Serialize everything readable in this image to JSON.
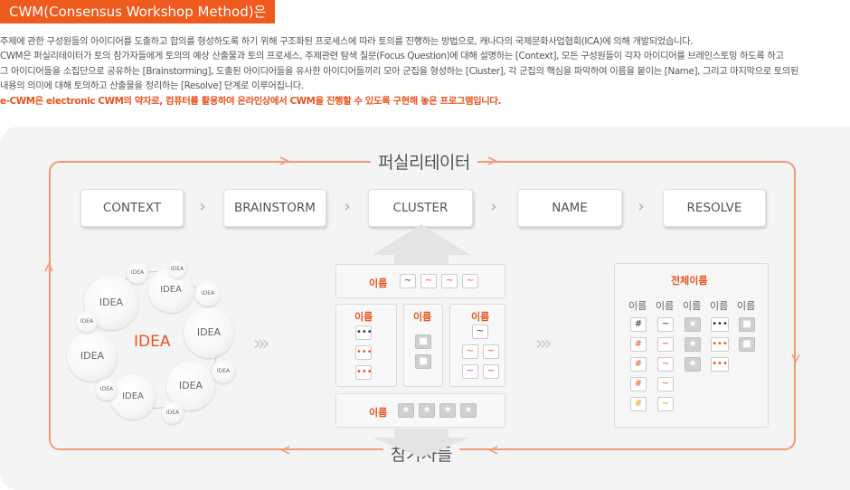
{
  "title": "CWM(Consensus Workshop Method)은",
  "desc": {
    "line1": "주제에 관한 구성원들의 아이디어를 도출하고 합의를 형성하도록 하기 위해 구조화된 프로세스에 따라 토의를 진행하는 방법으로, 캐나다의 국제문화사업협회(ICA)에 의해 개발되었습니다.",
    "line2": "CWM은 퍼실리테이터가 토의 참가자들에게 토의의 예상 산출물과  토의 프로세스, 주제관련 탐색 질문(Focus Question)에 대해 설명하는 [Context],  모든 구성원들이 각자 아이디어를 브레인스토밍 하도록 하고",
    "line3": "그 아이디어들을 소집단으로 공유하는 [Brainstorming],  도출된 아이디어들을 유사한 아이디어들끼리 모아 군집을 형성하는 [Cluster], 각 군집의 핵심을 파악하여 이름을 붙이는 [Name], 그리고 마지막으로 토의된",
    "line4": "내용의 의미에 대해 토의하고 산출물을 정리하는 [Resolve] 단계로 이루어집니다.",
    "line5": "e-CWM은 electronic CWM의 약자로, 컴퓨터를 활용하여 온라인상에서 CWM을 진행할 수 있도록 구현해 놓은 프로그램입니다."
  },
  "diagram": {
    "facilitator": "퍼실리테이터",
    "participants": "참가자들",
    "steps": [
      "CONTEXT",
      "BRAINSTORM",
      "CLUSTER",
      "NAME",
      "RESOLVE"
    ],
    "center_idea": "IDEA",
    "idea": "IDEA",
    "cluster_name": "이름",
    "total_name": "전체이름",
    "accent_color": "#ef5a1e",
    "loop_color": "#f29a78"
  }
}
